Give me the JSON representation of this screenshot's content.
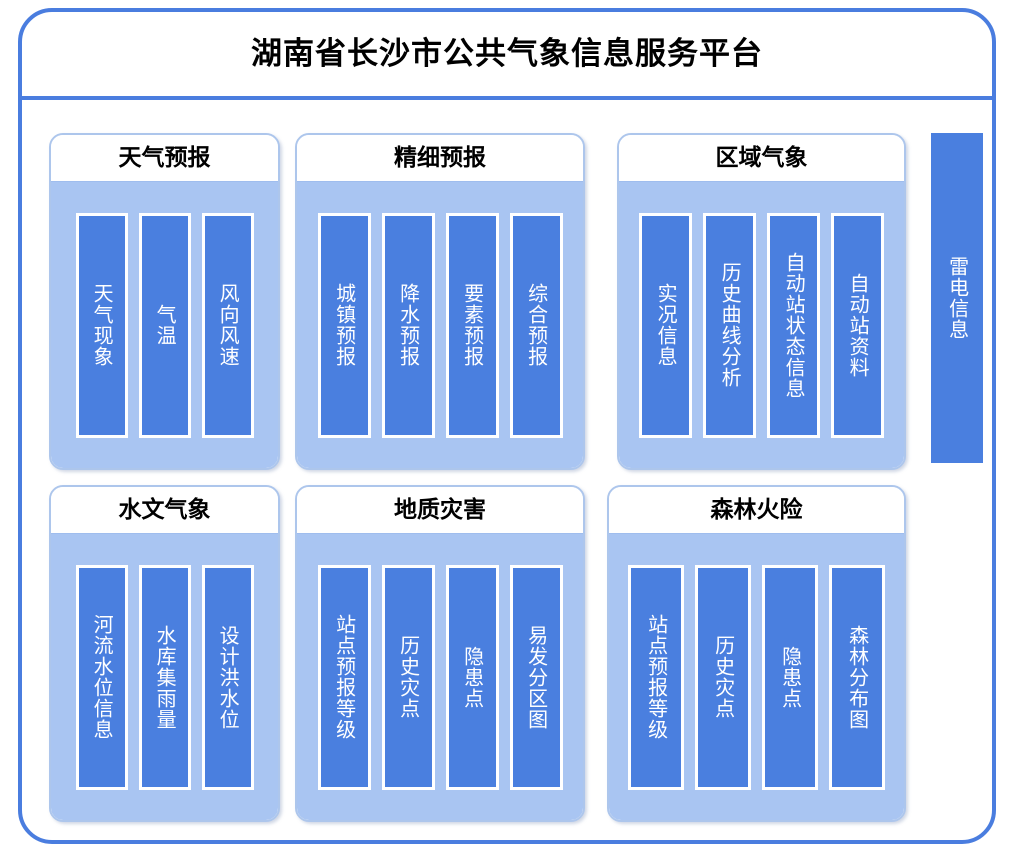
{
  "header": {
    "title": "湖南省长沙市公共气象信息服务平台"
  },
  "colors": {
    "frame_border": "#4a7ddf",
    "card_border": "#adc6ec",
    "card_body_bg": "#a9c5f2",
    "item_bar_bg": "#4a7fdf",
    "item_bar_border": "#ffffff",
    "title_text": "#000000",
    "item_text": "#ffffff"
  },
  "modules": [
    {
      "id": "weather-forecast",
      "title": "天气预报",
      "items": [
        "天气现象",
        "气温",
        "风向风速"
      ]
    },
    {
      "id": "fine-forecast",
      "title": "精细预报",
      "items": [
        "城镇预报",
        "降水预报",
        "要素预报",
        "综合预报"
      ]
    },
    {
      "id": "regional-met",
      "title": "区域气象",
      "items": [
        "实况信息",
        "历史曲线分析",
        "自动站状态信息",
        "自动站资料"
      ]
    },
    {
      "id": "hydro-met",
      "title": "水文气象",
      "items": [
        "河流水位信息",
        "水库集雨量",
        "设计洪水位"
      ]
    },
    {
      "id": "geo-hazard",
      "title": "地质灾害",
      "items": [
        "站点预报等级",
        "历史灾点",
        "隐患点",
        "易发分区图"
      ]
    },
    {
      "id": "forest-fire",
      "title": "森林火险",
      "items": [
        "站点预报等级",
        "历史灾点",
        "隐患点",
        "森林分布图"
      ]
    }
  ],
  "standalone": {
    "lightning_label": "雷电信息"
  }
}
